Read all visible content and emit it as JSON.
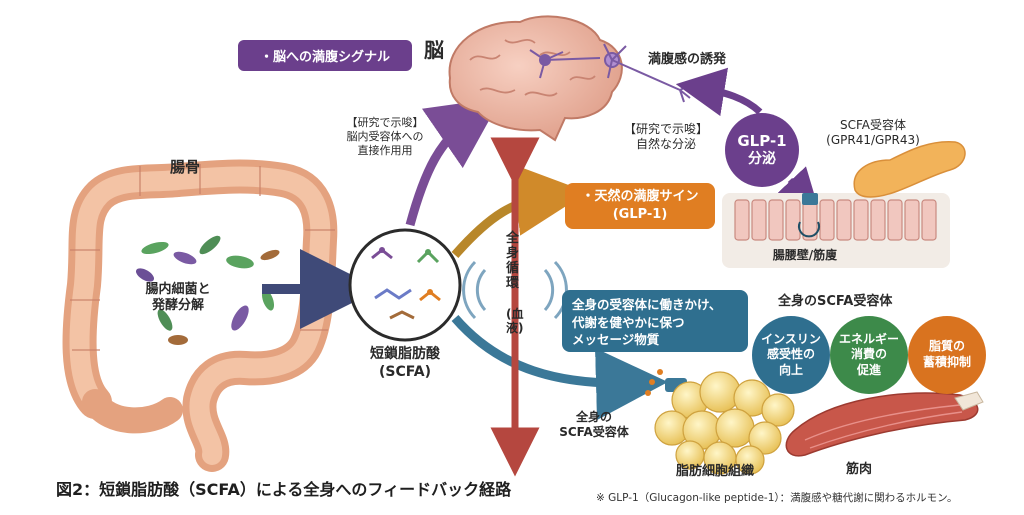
{
  "labels": {
    "brain_signal": "・脳への満腹シグナル",
    "brain": "脳",
    "satiety_induction": "満腹感の誘発",
    "research_left_l1": "【研究で示唆】",
    "research_left_l2": "脳内受容体への",
    "research_left_l3": "直接作用用",
    "research_right_l1": "【研究で示唆】",
    "research_right_l2": "自然な分泌",
    "glp1": "GLP-1",
    "secretion": "分泌",
    "scfa_receptor_l1": "SCFA受容体",
    "scfa_receptor_l2": "(GPR41/GPR43)",
    "natural_satiety_l1": "・天然の満腹サイン",
    "natural_satiety_l2": "(GLP-1)",
    "gut_bone": "腸骨",
    "bacteria_l1": "腸内細菌と",
    "bacteria_l2": "発酵分解",
    "circulation_l1": "全身循環",
    "circulation_l2": "(血液)",
    "intestinal_wall": "腸腰壁/筋廋",
    "scfa_l1": "短鎖脂肪酸",
    "scfa_l2": "(SCFA)",
    "message_l1": "全身の受容体に働きかけ、",
    "message_l2": "代謝を健やかに保つ",
    "message_l3": "メッセージ物質",
    "body_receptors_title": "全身のSCFA受容体",
    "insulin_l1": "インスリン",
    "insulin_l2": "感受性の",
    "insulin_l3": "向上",
    "energy_l1": "エネルギー",
    "energy_l2": "消費の",
    "energy_l3": "促進",
    "lipid_l1": "脂質の",
    "lipid_l2": "蓄積抑制",
    "body_scfa_l1": "全身の",
    "body_scfa_l2": "SCFA受容体",
    "adipose": "脂肪細胞組織",
    "muscle": "筋肉",
    "figure_caption": "図2：短鎖脂肪酸（SCFA）による全身へのフィードバック経路",
    "footnote": "※ GLP-1（Glucagon-like peptide-1）：満腹感や糖代謝に関わるホルモン。"
  },
  "colors": {
    "purple": "#6b3f8c",
    "orange": "#e07e22",
    "blue": "#2f6f8f",
    "red": "#b5473f",
    "green": "#3d8a4a",
    "intestine": "#e4a27f"
  }
}
